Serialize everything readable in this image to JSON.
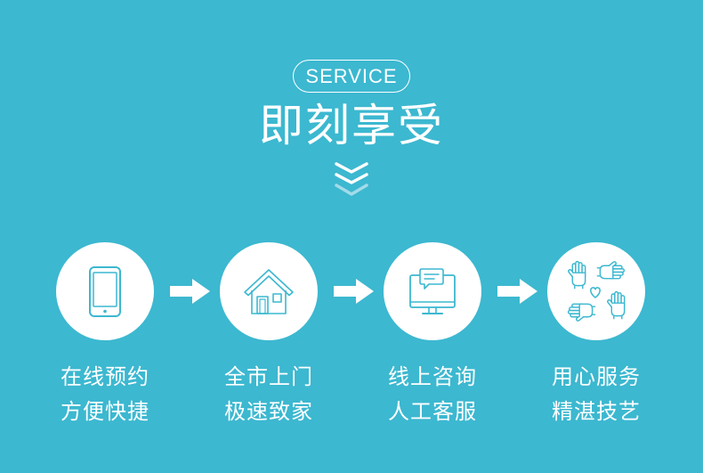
{
  "badge": "SERVICE",
  "title": "即刻享受",
  "colors": {
    "background": "#3cb8d0",
    "text": "#ffffff",
    "icon": "#3cb8d0",
    "chevron_light": "#a3dbe9"
  },
  "icons": {
    "header": "chevrons-down-icon",
    "connector": "arrow-right-icon"
  },
  "steps": [
    {
      "icon": "smartphone-icon",
      "line1": "在线预约",
      "line2": "方便快捷"
    },
    {
      "icon": "house-icon",
      "line1": "全市上门",
      "line2": "极速致家"
    },
    {
      "icon": "monitor-chat-icon",
      "line1": "线上咨询",
      "line2": "人工客服"
    },
    {
      "icon": "hands-heart-icon",
      "line1": "用心服务",
      "line2": "精湛技艺"
    }
  ]
}
